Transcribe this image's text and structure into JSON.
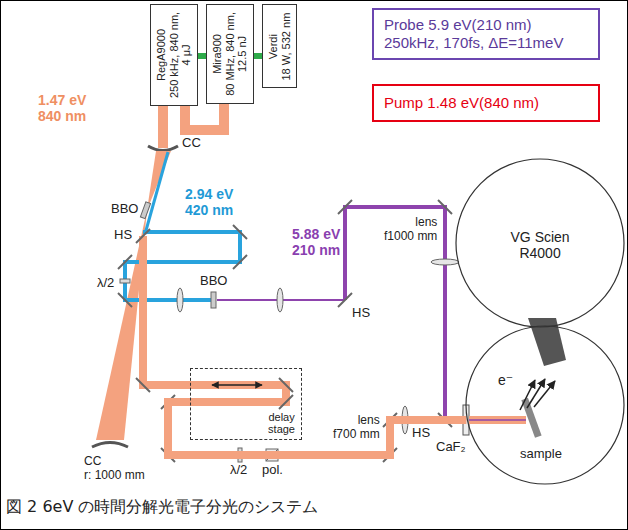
{
  "diagram": {
    "caption": "図 2 6eV の時間分解光電子分光のシステム",
    "nodes": [
      {
        "text": [
          "RegA9000 250 kHz, 840 nm, 4 μJ"
        ]
      },
      {
        "text": [
          "Mira900 80 MHz, 840 nm, 12.5 nJ"
        ]
      },
      {
        "text": [
          "Verdi 18 W, 532 nm"
        ]
      },
      {
        "text": [
          "Probe 5.9 eV(210 nm) 250kHz, 170fs, ΔE=11meV"
        ]
      },
      {
        "text": [
          "Pump 1.48 eV(840 nm)"
        ]
      },
      {
        "text": [
          "delay stage"
        ]
      },
      {
        "text": [
          "VG Scien R4000"
        ]
      },
      {
        "text": [
          "CaF₂",
          "e⁻",
          "sample"
        ]
      }
    ],
    "edges": [
      {
        "from": 2,
        "to": 1,
        "arrow": "none"
      },
      {
        "from": 1,
        "to": 0,
        "arrow": "none"
      },
      {
        "from": 1,
        "to": 0,
        "arrow": "none"
      },
      {
        "from": 5,
        "to": 7,
        "arrow": "none"
      }
    ],
    "labels": [
      "1.47 eV 840 nm",
      "CC",
      "BBO",
      "HS",
      "2.94 eV 420 nm",
      "λ/2",
      "BBO",
      "5.88 eV 210 nm",
      "HS",
      "lens f1000 mm",
      "HS",
      "lens f700 mm",
      "λ/2",
      "pol.",
      "CC r: 1000 mm"
    ]
  }
}
